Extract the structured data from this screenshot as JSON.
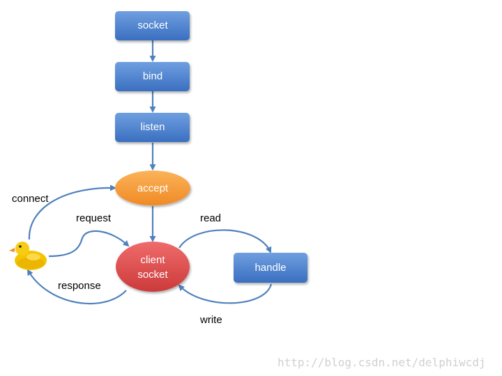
{
  "colors": {
    "box": "#4f81bd",
    "accept": "#f79646",
    "client_socket": "#c0504d",
    "arrow": "#4f81bd",
    "duck": "#f5c400"
  },
  "nodes": {
    "socket": "socket",
    "bind": "bind",
    "listen": "listen",
    "accept": "accept",
    "client_socket_line1": "client",
    "client_socket_line2": "socket",
    "handle": "handle"
  },
  "edges": {
    "connect": "connect",
    "request": "request",
    "response": "response",
    "read": "read",
    "write": "write"
  },
  "watermark": "http://blog.csdn.net/delphiwcdj"
}
